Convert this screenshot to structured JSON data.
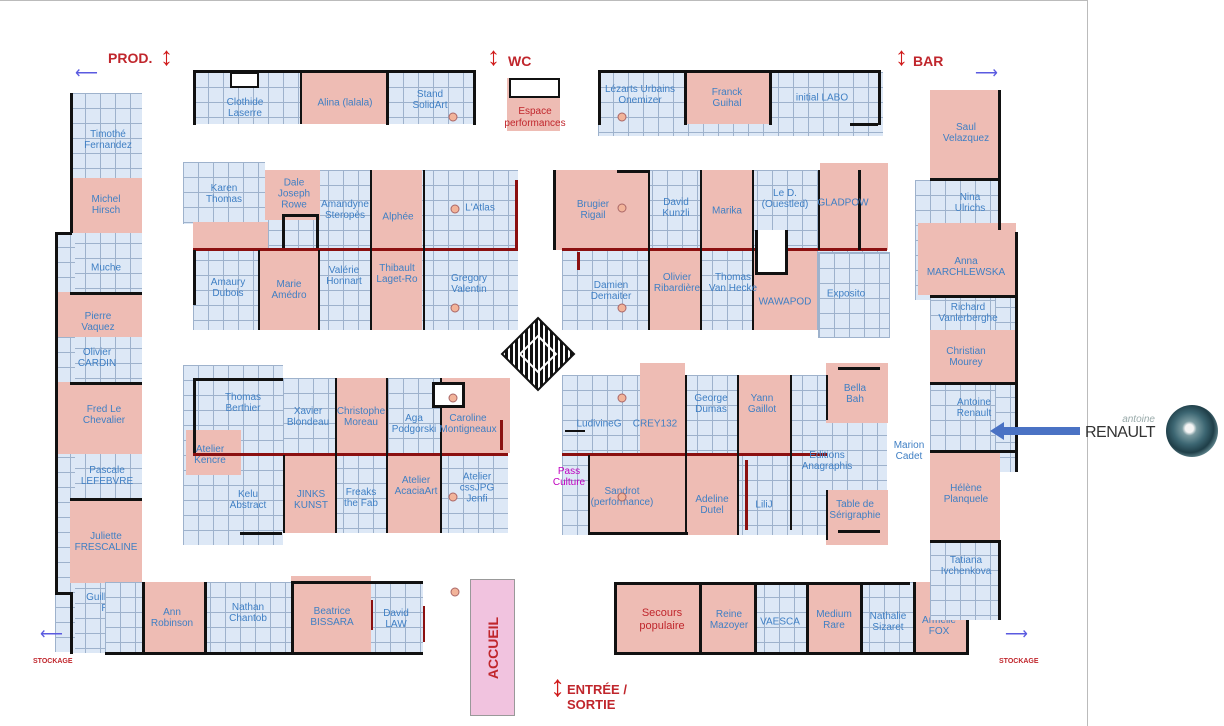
{
  "headers": {
    "prod": "PROD.",
    "wc": "WC",
    "bar": "BAR",
    "stockage_left": "STOCKAGE",
    "stockage_right": "STOCKAGE",
    "entree": "ENTRÉE /\nSORTIE",
    "accueil": "ACCUEIL"
  },
  "branding": {
    "small": "antoine",
    "big": "RENAULT",
    "logo_icon": "wave-photo-icon"
  },
  "colors": {
    "booth_pink": "#eebcb4",
    "booth_blue": "#dde8f6",
    "label_blue": "#3f7fc4",
    "header_red": "#c0262c",
    "accueil_pink": "#f1c3df",
    "arrow_blue": "#5a5ae0"
  },
  "top_row": [
    "Clothide\nLaserre",
    "Alina (lalala)",
    "Stand\nSolidArt",
    "Espace\nperformances",
    "Lézarts Urbains\nOnemizer",
    "Franck\nGuihal",
    "initial LABO"
  ],
  "left_column": [
    "Timothé\nFernandez",
    "Michel\nHirsch",
    "Muche",
    "Pierre\nVaquez",
    "Olivier\nCARDIN",
    "Fred Le\nChevalier",
    "Pascale\nLEFEBVRE",
    "Juliette\nFRESCALINE",
    "Guillmame\nRist"
  ],
  "bottom_row": [
    "Ann\nRobinson",
    "Nathan\nChantob",
    "Beatrice\nBISSARA",
    "David\nLAW",
    "Secours\npopulaire",
    "Reine\nMazoyer",
    "VAESCA",
    "Medium\nRare",
    "Nathalie\nSizaret",
    "Armelle\nFOX"
  ],
  "right_column": [
    "Saul\nVelazquez",
    "Nina\nUlrichs",
    "Anna\nMARCHLEWSKA",
    "Richard\nVanlerberghe",
    "Christian\nMourey",
    "Antoine\nRenault",
    "Marion\nCadet",
    "Hélène\nPlanquele",
    "Tatiana\nIvchenkova"
  ],
  "island_top_left": [
    "Karen\nThomas",
    "Dale\nJoseph\nRowe",
    "Amandyne\nSteropès",
    "Alphée",
    "L'Atlas",
    "Amaury\nDubois",
    "Marie\nAmédro",
    "Valérie\nHonnart",
    "Thibault\nLaget-Ro",
    "Gregory\nValentin"
  ],
  "island_top_right": [
    "Brugier\nRigail",
    "David\nKunzli",
    "Marika",
    "Le D.\n(Ouestled)",
    "GLADPOW",
    "Damien\nDemaiter",
    "Olivier\nRibardière",
    "Thomas\nVan Hecke",
    "WAWAPOD",
    "Exposito"
  ],
  "island_bottom_left": [
    "Thomas\nBerthier",
    "Xavier\nBlondeau",
    "Christophe\nMoreau",
    "Aga\nPodgorski",
    "Caroline\nMontigneaux",
    "Atelier\nKencre",
    "Kelu\nAbstract",
    "JINKS\nKUNST",
    "Freaks\nthe Fab",
    "Atelier\nAcaciaArt",
    "Atelier\ncssJPG\nJenfi"
  ],
  "island_bottom_right": [
    "LudivineG",
    "CREY132",
    "George\nDumas",
    "Yann\nGaillot",
    "Bella\nBah",
    "Pass\nCulture",
    "Sandrot\n(performance)",
    "Adeline\nDutel",
    "LiliJ",
    "Editions\nAnagraphis",
    "Table de\nSérigraphie"
  ]
}
